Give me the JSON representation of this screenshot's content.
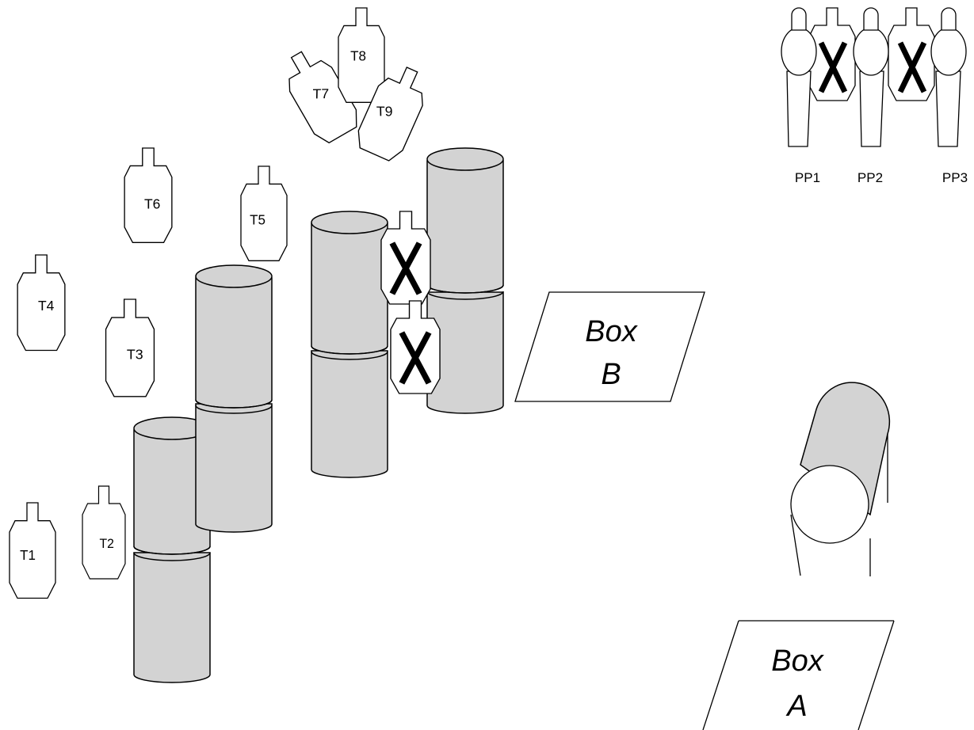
{
  "targets": [
    {
      "id": "T1",
      "label": "T1"
    },
    {
      "id": "T2",
      "label": "T2"
    },
    {
      "id": "T3",
      "label": "T3"
    },
    {
      "id": "T4",
      "label": "T4"
    },
    {
      "id": "T5",
      "label": "T5"
    },
    {
      "id": "T6",
      "label": "T6"
    },
    {
      "id": "T7",
      "label": "T7"
    },
    {
      "id": "T8",
      "label": "T8"
    },
    {
      "id": "T9",
      "label": "T9"
    }
  ],
  "no_shoot_targets": 2,
  "poppers": [
    {
      "id": "PP1",
      "label": "PP1"
    },
    {
      "id": "PP2",
      "label": "PP2"
    },
    {
      "id": "PP3",
      "label": "PP3"
    }
  ],
  "popper_no_shoots": 2,
  "boxes": {
    "box_b": {
      "line1": "Box",
      "line2": "B"
    },
    "box_a": {
      "line1": "Box",
      "line2": "A"
    }
  },
  "colors": {
    "barrel_fill": "#d3d3d3",
    "outline": "#000000",
    "background": "#ffffff"
  }
}
